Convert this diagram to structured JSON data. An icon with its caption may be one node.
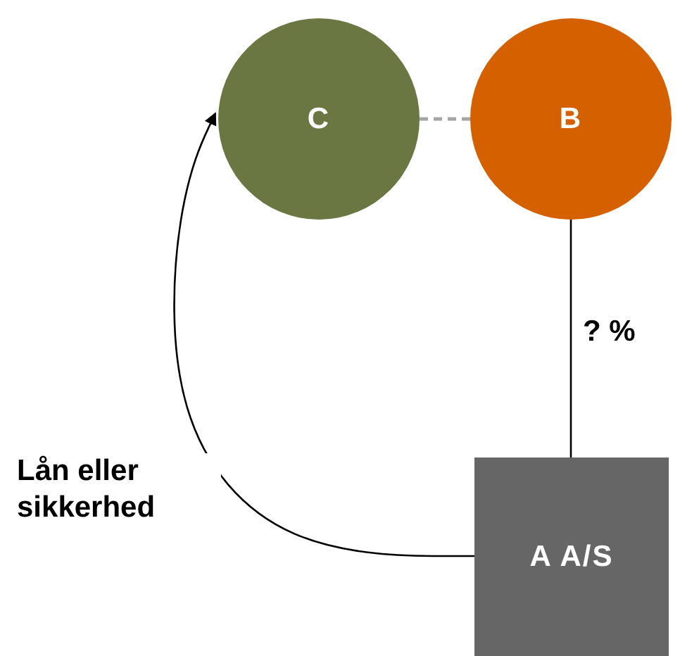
{
  "diagram": {
    "nodes": [
      {
        "text": [
          "C"
        ]
      },
      {
        "text": [
          "B"
        ]
      },
      {
        "text": [
          "A A/S"
        ]
      }
    ],
    "edges": [
      {
        "from": 0,
        "to": 1,
        "arrow": "none",
        "style": "dashed",
        "color": "#a6a6a6"
      },
      {
        "from": 1,
        "to": 2,
        "arrow": "none",
        "label": "? %"
      },
      {
        "from": 2,
        "to": 0,
        "arrow": "to",
        "label": "Lån eller sikkerhed"
      }
    ]
  }
}
